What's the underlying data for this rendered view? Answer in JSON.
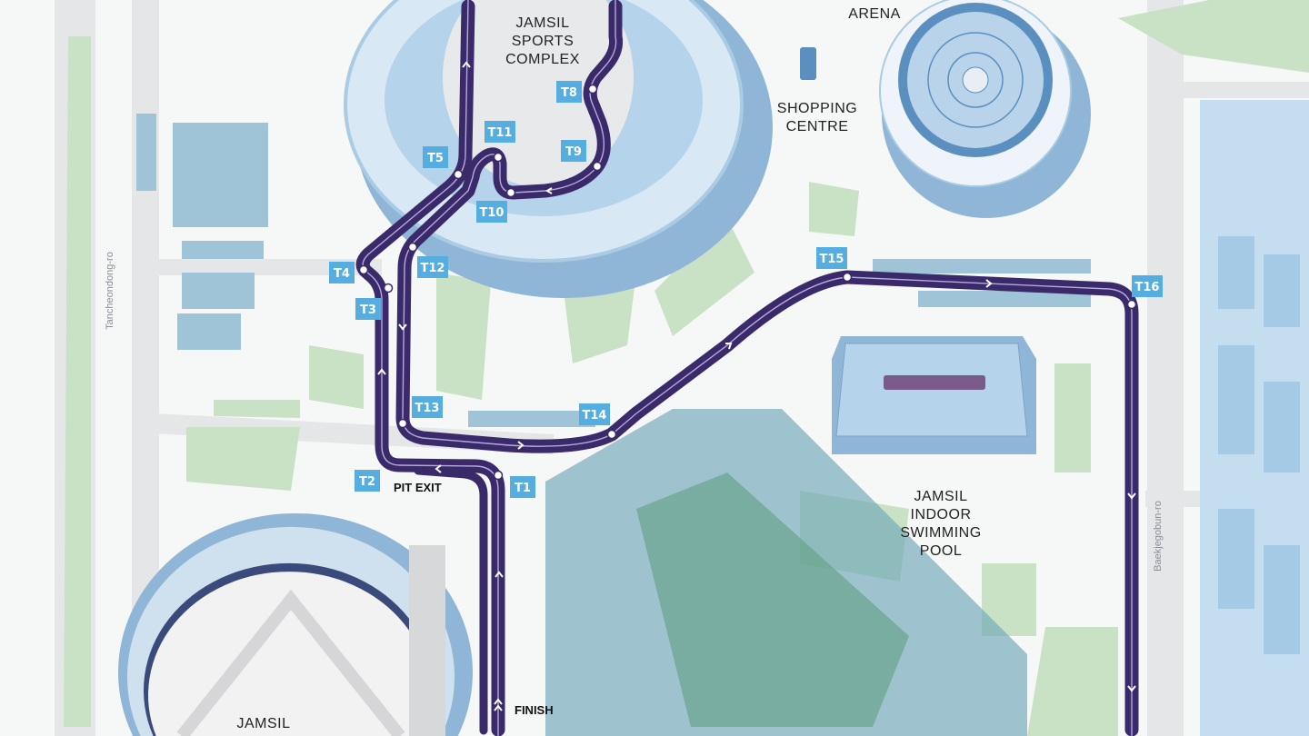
{
  "map": {
    "places": {
      "sports_complex": [
        "JAMSIL",
        "SPORTS",
        "COMPLEX"
      ],
      "arena": [
        "ARENA"
      ],
      "shopping": [
        "SHOPPING",
        "CENTRE"
      ],
      "pool": [
        "JAMSIL",
        "INDOOR",
        "SWIMMING",
        "POOL"
      ],
      "baseball": [
        "JAMSIL"
      ]
    },
    "roads": {
      "west": "Tancheondong-ro",
      "east": "Baekjegobun-ro"
    },
    "markers": {
      "pit_exit": "PIT EXIT",
      "finish": "FINISH"
    },
    "turns": [
      "T1",
      "T2",
      "T3",
      "T4",
      "T5",
      "T8",
      "T9",
      "T10",
      "T11",
      "T12",
      "T13",
      "T14",
      "T15",
      "T16"
    ],
    "colors": {
      "track": "#3a2a6a",
      "turn_label": "#55ade0",
      "park": "#c9e2c6",
      "stadium": "#a9cbe3"
    }
  }
}
